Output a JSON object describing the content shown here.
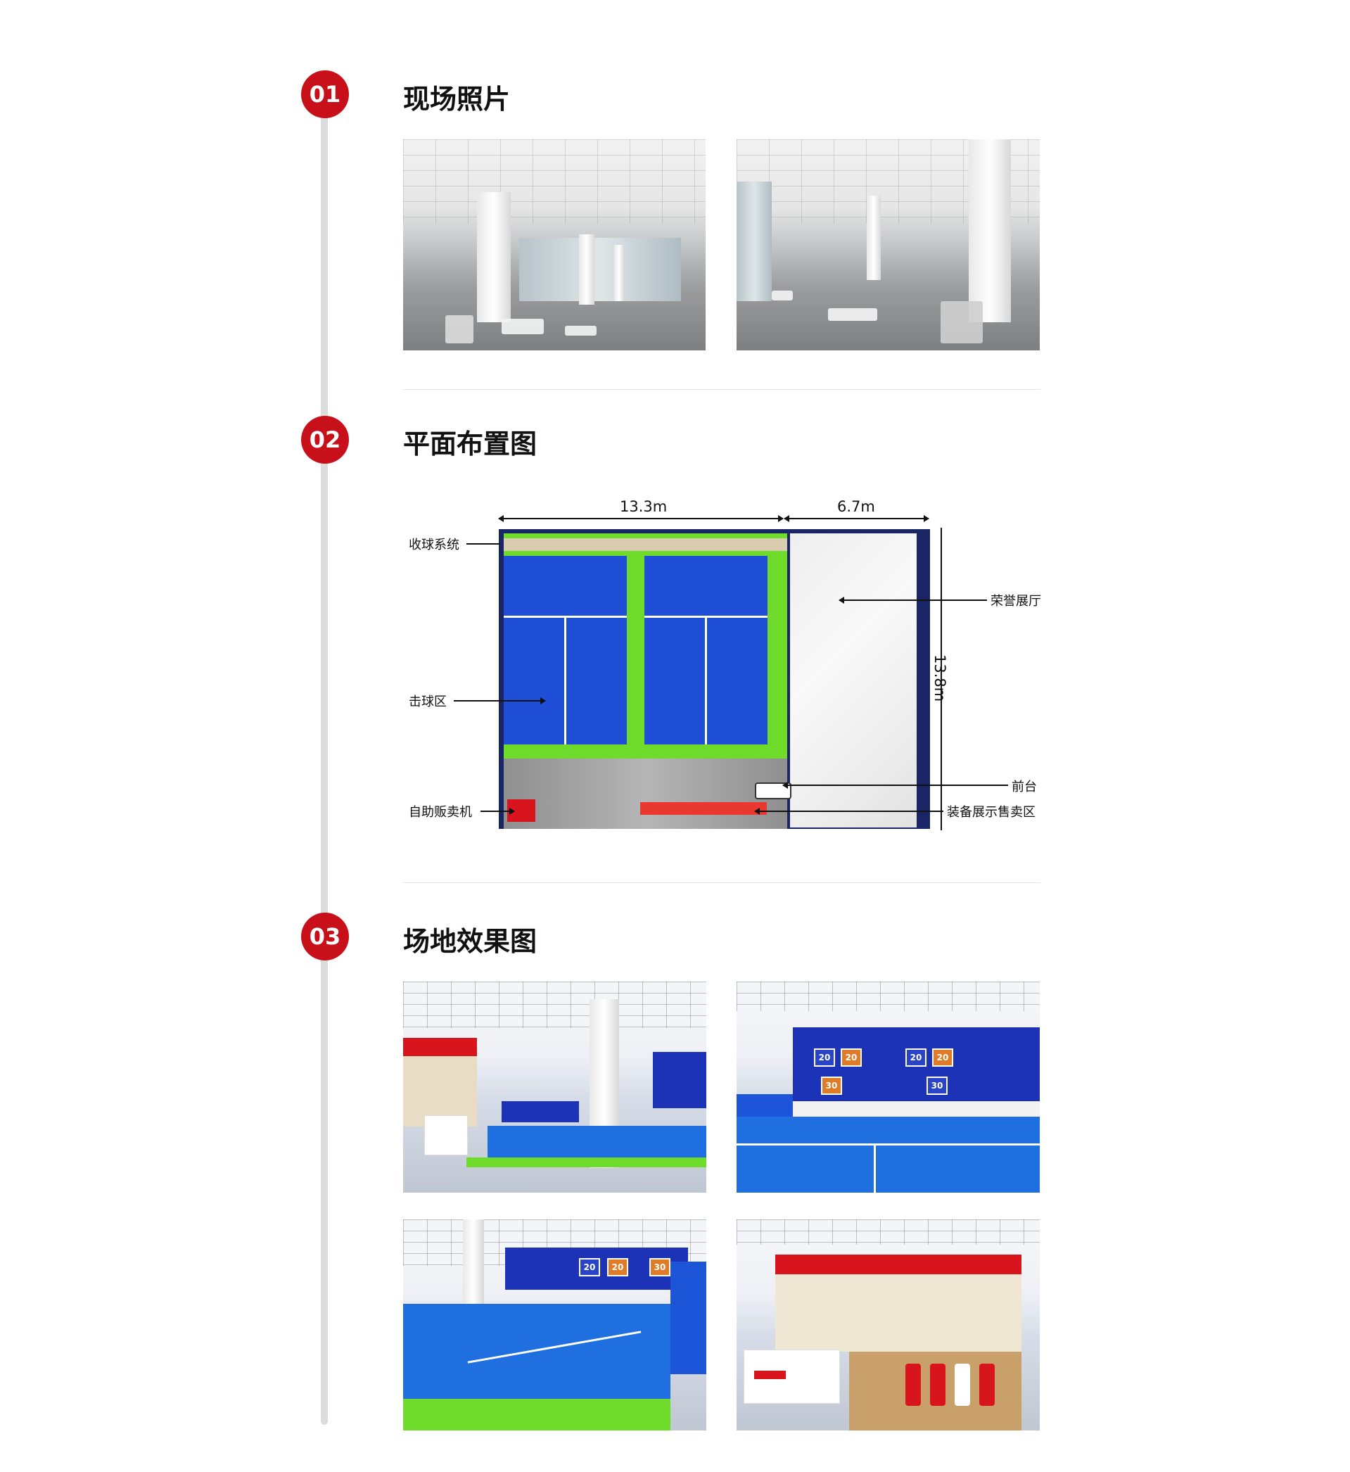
{
  "sections": [
    {
      "number": "01",
      "title": "现场照片"
    },
    {
      "number": "02",
      "title": "平面布置图"
    },
    {
      "number": "03",
      "title": "场地效果图"
    }
  ],
  "floor_plan": {
    "dims": {
      "width_left": "13.3m",
      "width_right": "6.7m",
      "height": "13.8m"
    },
    "labels": {
      "ball_collection": "收球系统",
      "hitting_area": "击球区",
      "vending": "自助贩卖机",
      "honor_hall": "荣誉展厅",
      "front_desk": "前台",
      "equipment": "装备展示售卖区"
    }
  },
  "render_scores": {
    "a": "20",
    "b": "20",
    "c": "30"
  },
  "colors": {
    "accent": "#c8101a",
    "court_blue": "#1f4fd6",
    "court_green": "#6fdc2c"
  }
}
